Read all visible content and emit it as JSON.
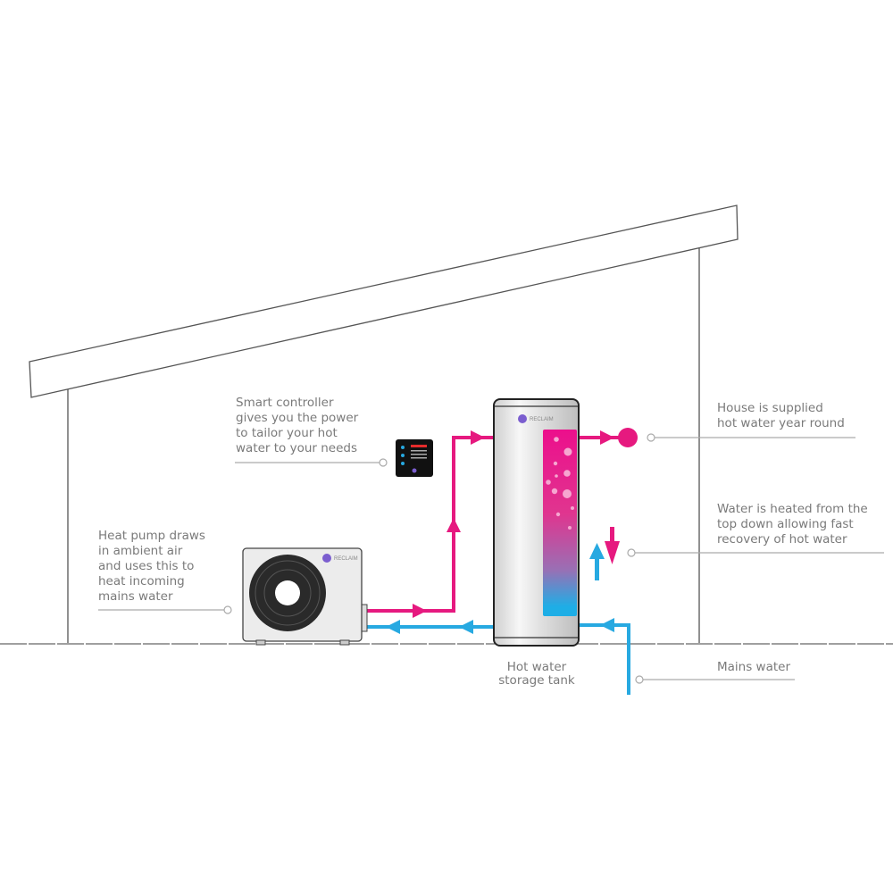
{
  "colors": {
    "hot": "#e6197f",
    "cold": "#27a9e1",
    "text": "#7a7a7a",
    "line": "#555555"
  },
  "labels": {
    "controller": [
      "Smart controller",
      "gives you the power",
      "to tailor your hot",
      "water to your needs"
    ],
    "heat_pump": [
      "Heat pump draws",
      "in ambient air",
      "and uses this to",
      "heat incoming",
      "mains water"
    ],
    "house": [
      "House is supplied",
      "hot water year round"
    ],
    "heated": [
      "Water is heated from the",
      "top down allowing fast",
      "recovery of hot water"
    ],
    "mains": [
      "Mains water"
    ],
    "tank": [
      "Hot water",
      "storage tank"
    ]
  },
  "brand": "RECLAIM"
}
